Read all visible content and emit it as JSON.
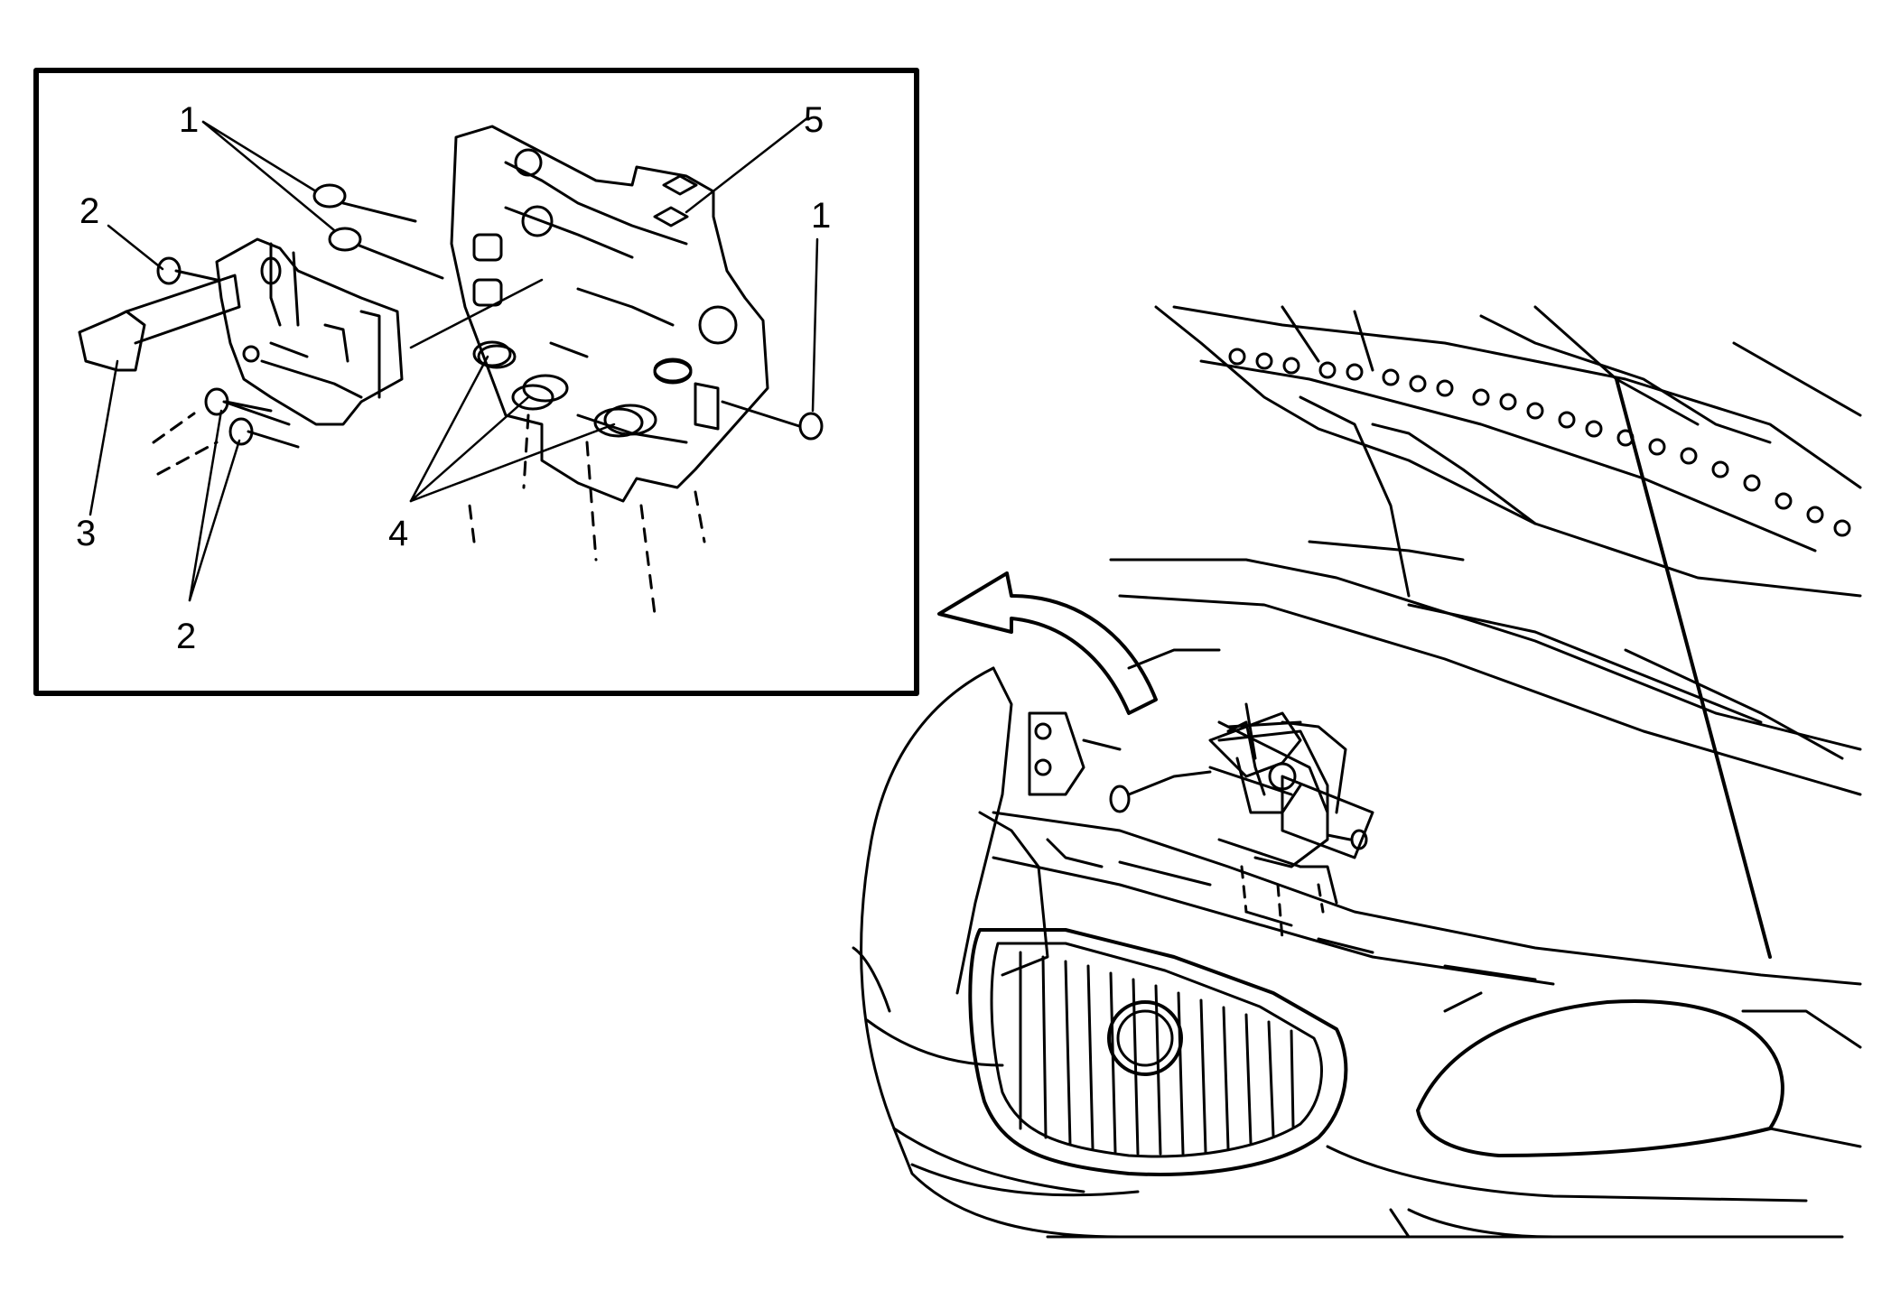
{
  "callouts": {
    "c1_top": "1",
    "c1_right": "1",
    "c2_top": "2",
    "c2_bottom": "2",
    "c3": "3",
    "c4": "4",
    "c5": "5"
  },
  "colors": {
    "line": "#000000",
    "background": "#ffffff"
  }
}
